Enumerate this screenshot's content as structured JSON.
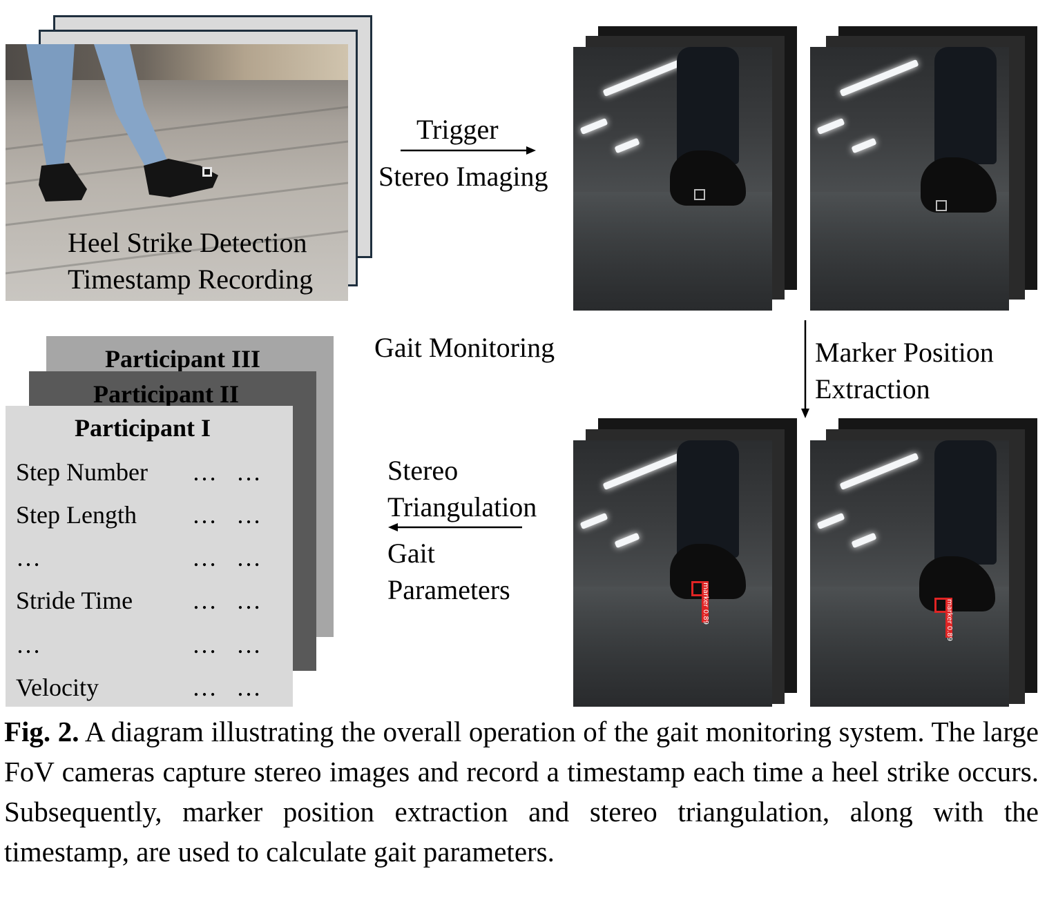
{
  "top_left": {
    "line1": "Heel Strike Detection",
    "line2": "Timestamp Recording"
  },
  "arrow_trigger": {
    "above": "Trigger",
    "below": "Stereo Imaging"
  },
  "center_label": "Gait Monitoring",
  "arrow_extraction": {
    "line1": "Marker Position",
    "line2": "Extraction"
  },
  "arrow_triangulation": {
    "line1": "Stereo",
    "line2": "Triangulation",
    "line3": "Gait",
    "line4": "Parameters"
  },
  "detection": {
    "left_label": "marker 0.89",
    "right_label": "marker 0.89"
  },
  "participants": {
    "cards": [
      "Participant III",
      "Participant II",
      "Participant I"
    ],
    "rows": [
      {
        "label": "Step Number",
        "v1": "…",
        "v2": "…"
      },
      {
        "label": "Step Length",
        "v1": "…",
        "v2": "…"
      },
      {
        "label": "…",
        "v1": "…",
        "v2": "…"
      },
      {
        "label": "Stride Time",
        "v1": "…",
        "v2": "…"
      },
      {
        "label": "…",
        "v1": "…",
        "v2": "…"
      },
      {
        "label": "Velocity",
        "v1": "…",
        "v2": "…"
      }
    ]
  },
  "caption": {
    "prefix": "Fig. 2.",
    "text": "A diagram illustrating the overall operation of the gait monitoring system. The large FoV cameras capture stereo images and record a timestamp each time a heel strike occurs. Subsequently, marker position extraction and stereo triangulation, along with the timestamp, are used to calculate gait parameters."
  }
}
